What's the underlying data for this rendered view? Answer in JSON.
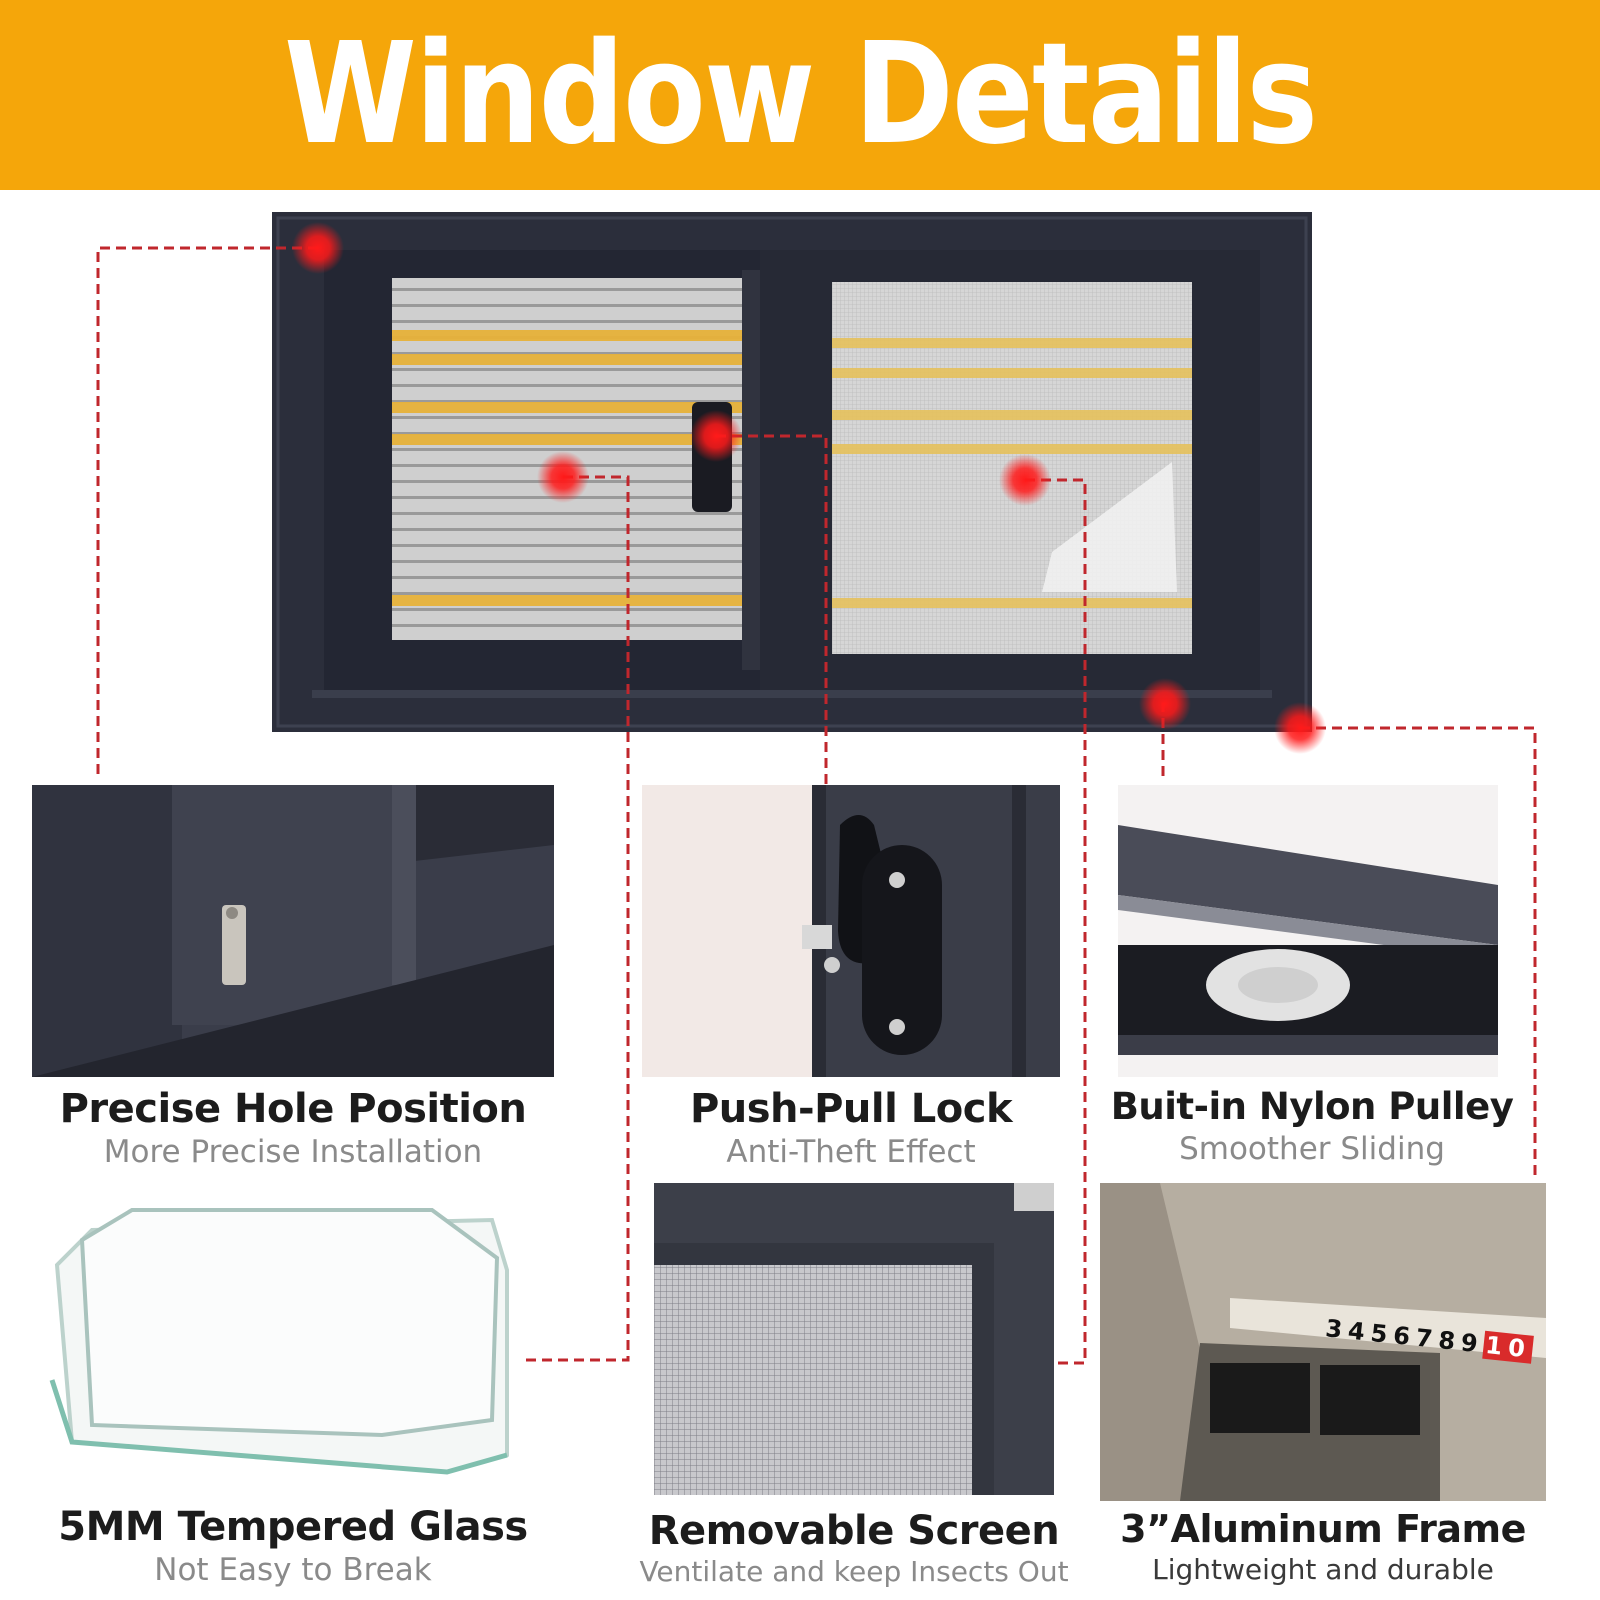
{
  "header": {
    "title": "Window Details"
  },
  "colors": {
    "banner": "#f5a60a",
    "frame": "#2b2e3b",
    "marker": "#ff1a1a",
    "leader": "#c0272d"
  },
  "features": [
    {
      "title": "Precise Hole Position",
      "subtitle": "More Precise Installation",
      "image_icon": "window-hinge-corner"
    },
    {
      "title": "Push-Pull Lock",
      "subtitle": "Anti-Theft Effect",
      "image_icon": "sash-lock"
    },
    {
      "title": "Buit-in Nylon Pulley",
      "subtitle": "Smoother Sliding",
      "image_icon": "nylon-pulley"
    },
    {
      "title": "5MM Tempered Glass",
      "subtitle": "Not Easy to Break",
      "image_icon": "glass-panes"
    },
    {
      "title": "Removable Screen",
      "subtitle": "Ventilate and keep Insects Out",
      "image_icon": "insect-screen"
    },
    {
      "title": "3”Aluminum Frame",
      "subtitle": "Lightweight and durable",
      "image_icon": "aluminum-profile"
    }
  ],
  "tape_measure": {
    "digits": "3456789",
    "end": "10"
  }
}
